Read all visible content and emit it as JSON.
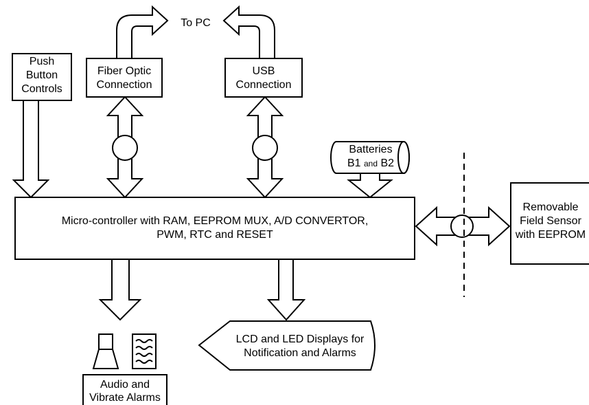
{
  "blocks": {
    "push_buttons": {
      "lines": [
        "Push",
        "Button",
        "Controls"
      ]
    },
    "fiber_optic": {
      "lines": [
        "Fiber Optic",
        "Connection"
      ]
    },
    "usb": {
      "lines": [
        "USB",
        "Connection"
      ]
    },
    "to_pc": "To PC",
    "batteries": {
      "title": "Batteries",
      "b1": "B1",
      "and": "and",
      "b2": "B2"
    },
    "microcontroller": {
      "lines": [
        "Micro-controller with RAM, EEPROM MUX, A/D CONVERTOR,",
        "PWM, RTC and RESET"
      ]
    },
    "field_sensor": {
      "lines": [
        "Removable",
        "Field Sensor",
        "with EEPROM"
      ]
    },
    "displays": {
      "lines": [
        "LCD and LED Displays for",
        "Notification and Alarms"
      ]
    },
    "alarms": {
      "lines": [
        "Audio and",
        "Vibrate Alarms"
      ]
    }
  },
  "icons": [
    "speaker-icon",
    "vibration-icon"
  ]
}
